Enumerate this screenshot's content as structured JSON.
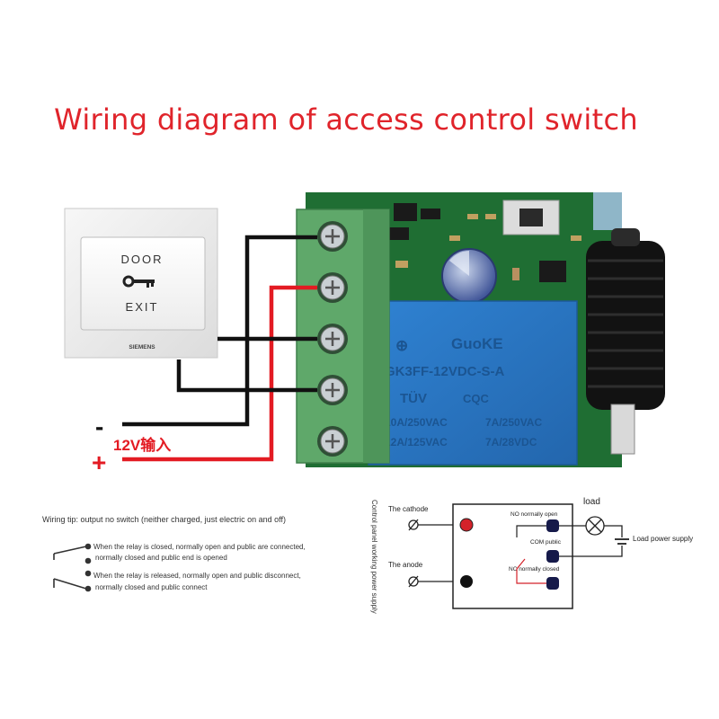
{
  "title": "Wiring diagram of access control switch",
  "colors": {
    "title": "#e0242b",
    "wire_red": "#e31b23",
    "wire_black": "#111111",
    "pcb": "#1f6e33",
    "terminal": "#5fa86a",
    "relay": "#2a76c4",
    "lamp_dot": "#d4222a"
  },
  "exit_button": {
    "line1": "DOOR",
    "line2": "EXIT",
    "brand": "SIEMENS",
    "key_icon": "key-icon"
  },
  "relay_label": {
    "brand": "GuoKE",
    "model": "GK3FF-12VDC-S-A",
    "rating1": "10A/250VAC",
    "rating2": "12A/125VAC",
    "rating3": "7A/250VAC",
    "rating4": "7A/28VDC",
    "cert1": "TÜV",
    "cert2": "CQC"
  },
  "power": {
    "minus": "-",
    "plus": "+",
    "voltage": "12V输入"
  },
  "tips": {
    "heading": "Wiring tip: output no switch (neither charged, just electric on and off)",
    "closed_line1": "When the relay is closed, normally open and public are connected,",
    "closed_line2": "normally closed and public end is opened",
    "released_line1": "When the relay is released, normally open and public disconnect,",
    "released_line2": "normally closed and public connect"
  },
  "schematic": {
    "vertical_label": "Control panel working power supply",
    "cathode": "The cathode",
    "anode": "The anode",
    "no": "NO normally open",
    "com": "COM public",
    "nc": "NC normally closed",
    "load": "load",
    "load_supply": "Load power supply"
  }
}
